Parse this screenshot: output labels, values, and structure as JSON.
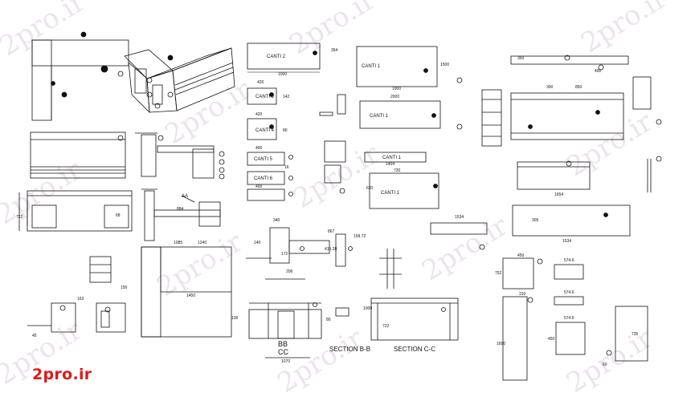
{
  "watermark": "2pro.ir",
  "logo": "2pro.ir",
  "panel_labels": {
    "canti2": "CANTI 2",
    "canti3": "CANTI 3",
    "canti4": "CANTI 4",
    "canti5": "CANTI 5",
    "canti6": "CANTI 6",
    "canti1a": "CANTI 1",
    "canti1b": "CANTI 1",
    "canti1c": "CANTI 1",
    "canti1d": "CANTI 1"
  },
  "section_labels": {
    "aa": "AA",
    "bb": "BB",
    "cc": "CC",
    "section_bb": "SECTION B-B",
    "section_cc": "SECTION C-C"
  },
  "dimensions": {
    "d1000": "1000",
    "d364": "364",
    "d420a": "420",
    "d142": "142",
    "d420b": "420",
    "d80": "80",
    "d400a": "400",
    "d16": "16",
    "d400b": "400",
    "d1500": "1500",
    "d1900": "1900",
    "d2000": "2000",
    "d1404": "1404",
    "d720": "720",
    "d620": "620",
    "d350": "350",
    "d300": "300",
    "d850": "850",
    "d400c": "400",
    "d1654": "1654",
    "d1534a": "1534",
    "d1534b": "1534",
    "d305": "305",
    "d1085": "1085",
    "d1450": "1450",
    "d1240": "1240",
    "d884": "884",
    "d68": "68",
    "d722": "722",
    "d340": "340",
    "d867": "867",
    "d158": "158.72",
    "d415": "415.28",
    "d206": "206",
    "d172": "172",
    "d140": "140",
    "d136": "136",
    "d80b": "80",
    "d1000b": "1000",
    "d722b": "722",
    "d1070": "1070",
    "d450": "450",
    "d574a": "574.6",
    "d574b": "574.6",
    "d574c": "574.6",
    "d310": "310",
    "d450b": "450",
    "d1650": "1650",
    "d752": "752",
    "d735": "735",
    "d60": "60",
    "d163": "163",
    "d45": "45",
    "d150": "150"
  }
}
